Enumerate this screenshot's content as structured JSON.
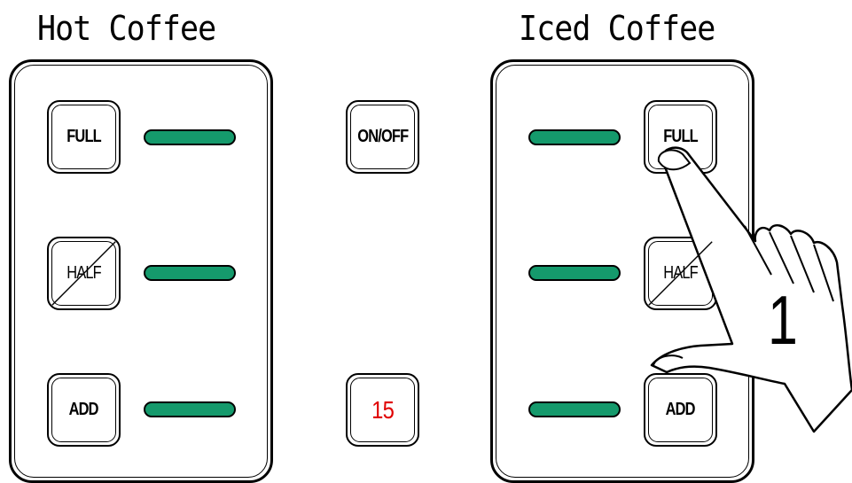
{
  "hot_coffee": {
    "title": "Hot Coffee",
    "buttons": {
      "full": "FULL",
      "half": "HALF",
      "add": "ADD"
    }
  },
  "center": {
    "power": "ON/OFF",
    "timer": "15",
    "timer_color": "#e00000"
  },
  "iced_coffee": {
    "title": "Iced Coffee",
    "buttons": {
      "full": "FULL",
      "half": "HALF",
      "add": "ADD"
    }
  },
  "indicator_color": "#159a6c",
  "step_number": "1",
  "icons": {
    "pointing_hand": "hand-pointer-icon"
  }
}
